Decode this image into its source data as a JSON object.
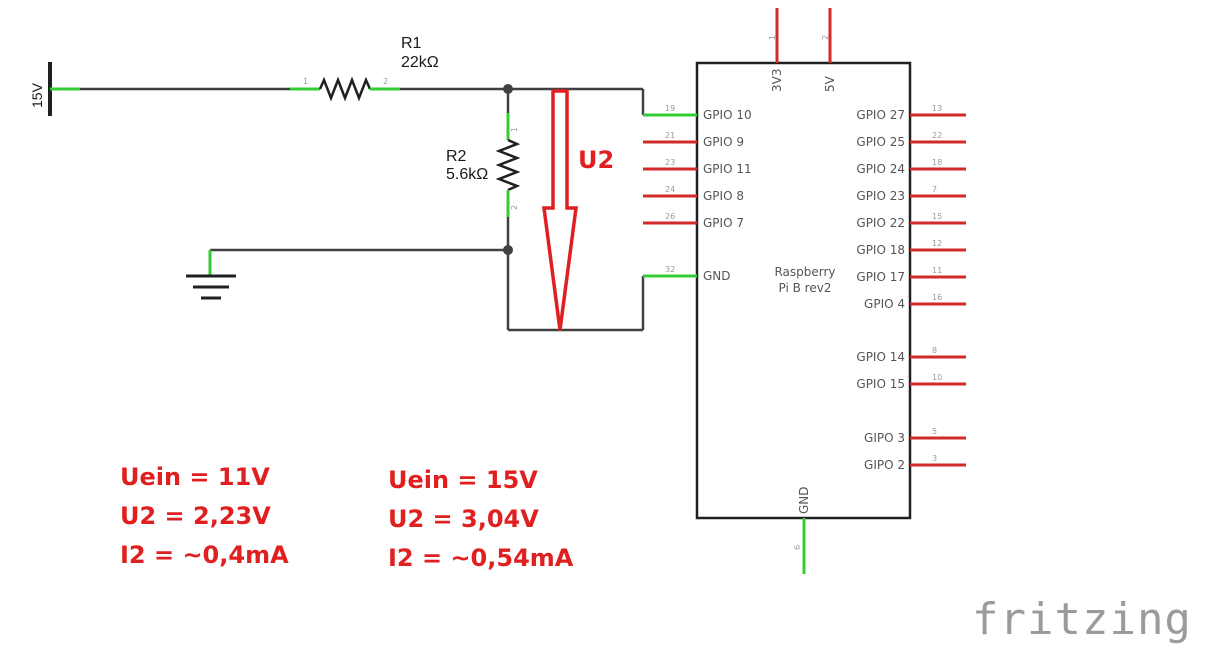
{
  "source_label": "15V",
  "r1": {
    "name": "R1",
    "value": "22kΩ",
    "pin1": "1",
    "pin2": "2"
  },
  "r2": {
    "name": "R2",
    "value": "5.6kΩ",
    "pin1": "1",
    "pin2": "2"
  },
  "u2_label": "U2",
  "pi": {
    "name_line1": "Raspberry",
    "name_line2": "Pi B rev2",
    "top_pins": [
      {
        "label": "3V3",
        "num": "1"
      },
      {
        "label": "5V",
        "num": "2"
      }
    ],
    "left_pins": [
      {
        "label": "GPIO 10",
        "num": "19",
        "connected": true
      },
      {
        "label": "GPIO 9",
        "num": "21",
        "connected": false
      },
      {
        "label": "GPIO 11",
        "num": "23",
        "connected": false
      },
      {
        "label": "GPIO 8",
        "num": "24",
        "connected": false
      },
      {
        "label": "GPIO 7",
        "num": "26",
        "connected": false
      },
      {
        "label": "GND",
        "num": "32",
        "connected": true
      }
    ],
    "right_pins": [
      {
        "label": "GPIO 27",
        "num": "13"
      },
      {
        "label": "GPIO 25",
        "num": "22"
      },
      {
        "label": "GPIO 24",
        "num": "18"
      },
      {
        "label": "GPIO 23",
        "num": "7"
      },
      {
        "label": "GPIO 22",
        "num": "15"
      },
      {
        "label": "GPIO 18",
        "num": "12"
      },
      {
        "label": "GPIO 17",
        "num": "11"
      },
      {
        "label": "GPIO 4",
        "num": "16"
      },
      {
        "label": "GPIO 14",
        "num": "8"
      },
      {
        "label": "GPIO 15",
        "num": "10"
      },
      {
        "label": "GIPO 3",
        "num": "5"
      },
      {
        "label": "GIPO 2",
        "num": "3"
      }
    ],
    "bottom_pin": {
      "label": "GND",
      "num": "6"
    }
  },
  "notes_left": [
    "Uein = 11V",
    "U2 = 2,23V",
    "I2 = ~0,4mA"
  ],
  "notes_right": [
    "Uein = 15V",
    "U2 = 3,04V",
    "I2 = ~0,54mA"
  ],
  "brand": "fritzing",
  "colors": {
    "wire": "#404040",
    "pin_red": "#d02a2a",
    "pin_green": "#33cc33",
    "annotation": "#e02020",
    "brand": "#9b9b9b"
  }
}
